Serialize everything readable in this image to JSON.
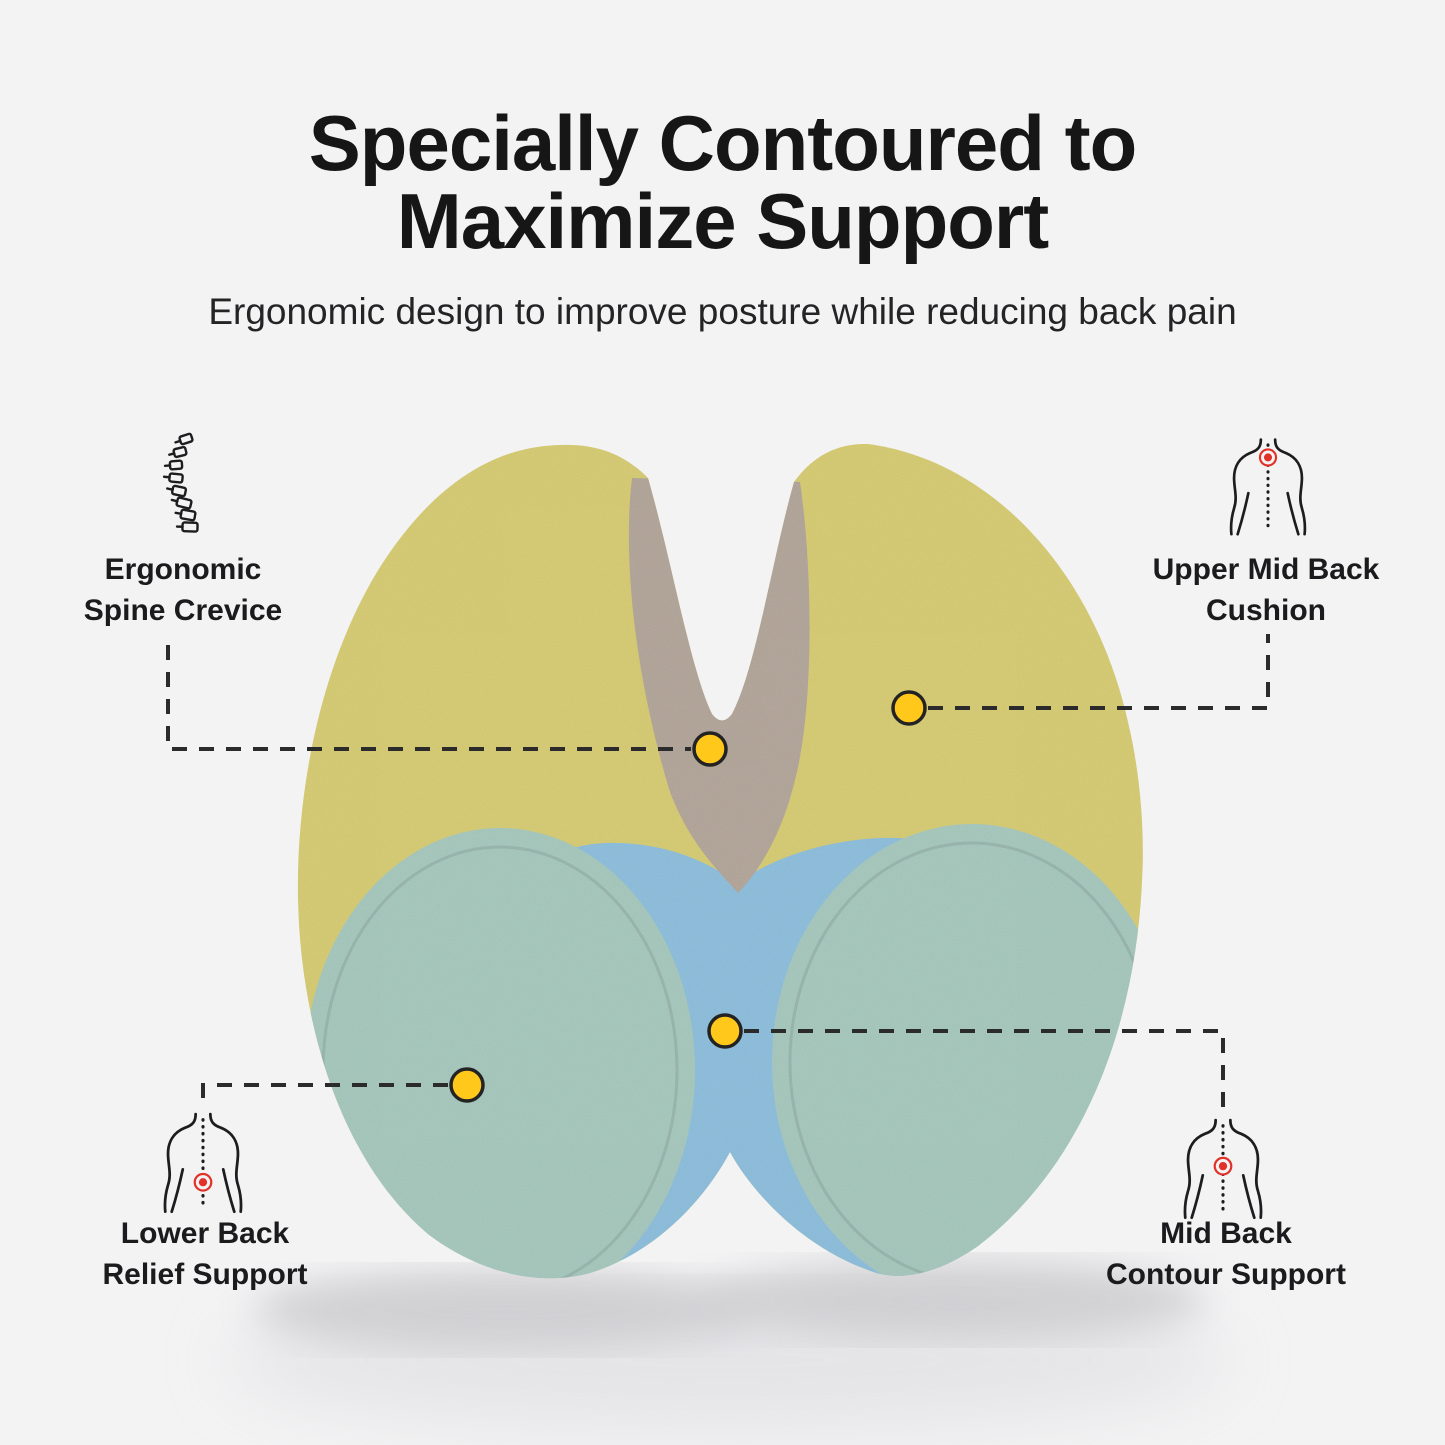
{
  "header": {
    "title_line1": "Specially Contoured to",
    "title_line2": "Maximize Support",
    "subtitle": "Ergonomic design to improve posture while reducing back pain"
  },
  "callouts": {
    "spine_crevice": {
      "line1": "Ergonomic",
      "line2": "Spine Crevice"
    },
    "upper_mid_back": {
      "line1": "Upper Mid Back",
      "line2": "Cushion"
    },
    "lower_back": {
      "line1": "Lower Back",
      "line2": "Relief Support"
    },
    "mid_back": {
      "line1": "Mid Back",
      "line2": "Contour Support"
    }
  },
  "icon_names": {
    "spine": "spine-icon",
    "upper_back_pain": "upper-back-pain-icon",
    "lower_back_pain": "lower-back-pain-icon",
    "mid_back_pain": "mid-back-pain-icon"
  },
  "colors": {
    "background": "#f3f3f4",
    "text": "#1b1b1d",
    "cushion_yellow": "#d5ca6e",
    "crevice_tan": "#b0a296",
    "mid_blue": "#89bcdb",
    "lobe_teal": "#a3c6bb",
    "marker_yellow": "#ffc81a",
    "marker_outline": "#232323",
    "line_black": "#2b2b2b",
    "pain_red": "#e23128"
  }
}
